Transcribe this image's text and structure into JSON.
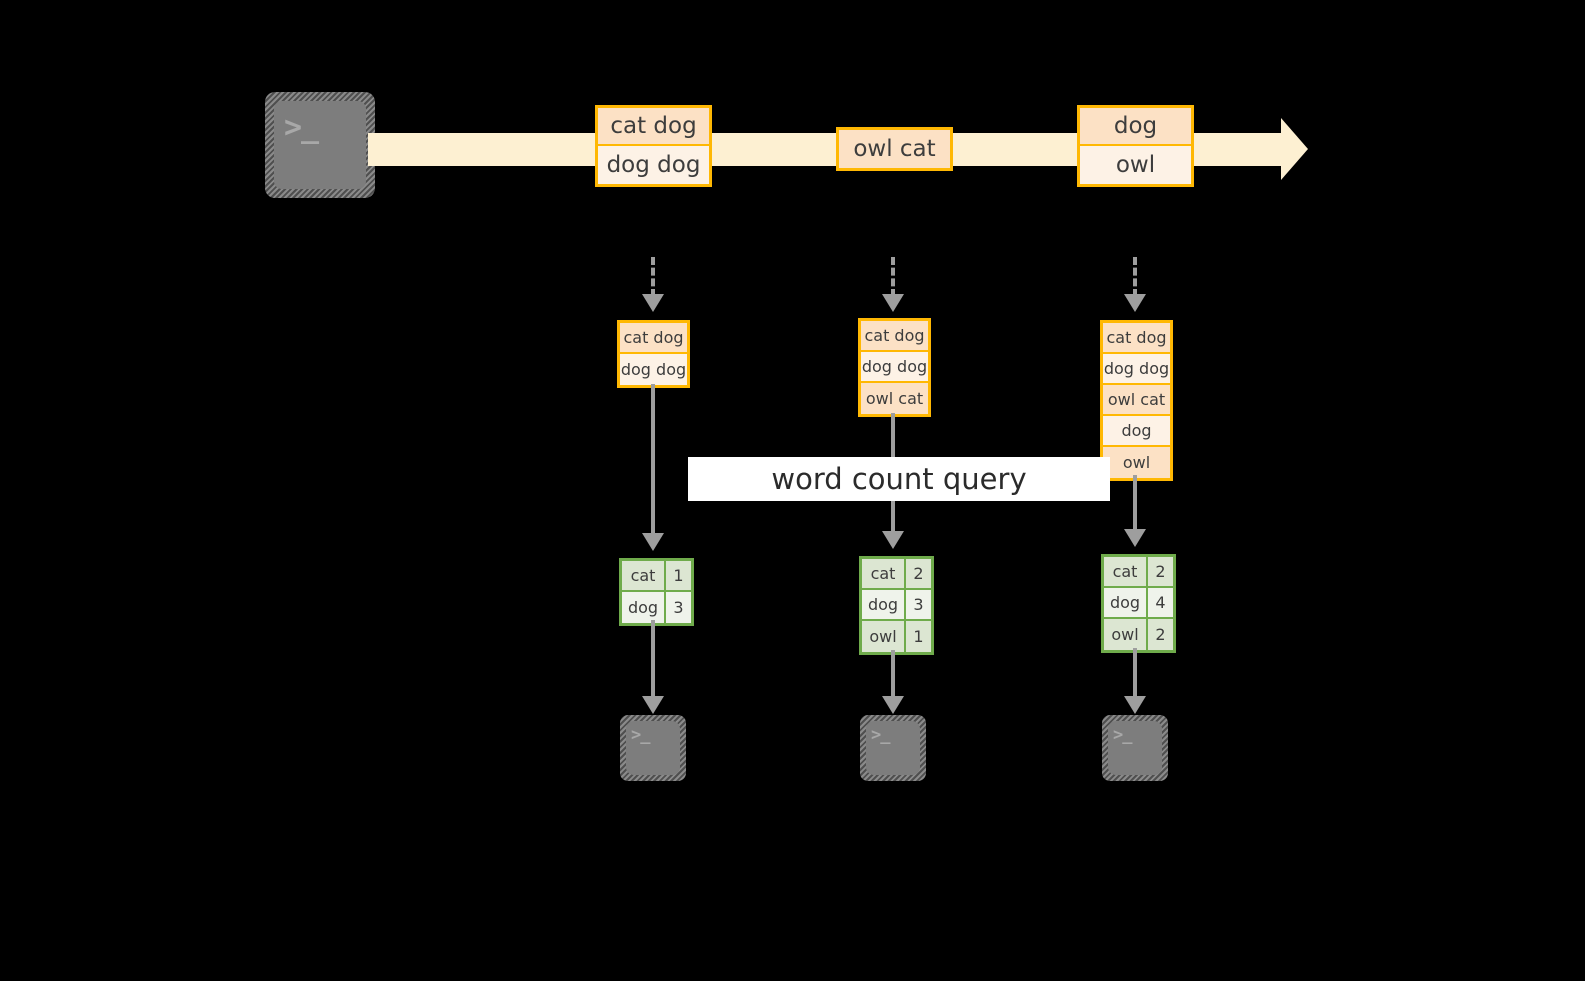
{
  "diagram": {
    "title_label": "word count query",
    "colors": {
      "stream_band": "#fdf0d2",
      "record_border": "#ffb803",
      "record_fill_dark": "#fce1c5",
      "record_fill_light": "#fdf2e6",
      "result_border": "#6fab4b",
      "result_fill_dark": "#dce6d2",
      "result_fill_light": "#eff3eb",
      "arrow_gray": "#9e9e9e",
      "terminal_gray": "#7d7d7d",
      "background": "#000000"
    },
    "source": {
      "icon": "terminal-icon",
      "glyph": ">_"
    },
    "stream": {
      "arrow_icon": "stream-arrow-icon",
      "records": [
        {
          "lines": [
            "cat dog",
            "dog dog"
          ]
        },
        {
          "lines": [
            "owl cat"
          ]
        },
        {
          "lines": [
            "dog",
            "owl"
          ]
        }
      ]
    },
    "snapshots": [
      {
        "name": "snapshot-1",
        "buffer": [
          "cat dog",
          "dog dog"
        ],
        "results": {
          "rows": [
            {
              "word": "cat",
              "count": "1"
            },
            {
              "word": "dog",
              "count": "3"
            }
          ]
        },
        "sink": {
          "icon": "terminal-icon",
          "glyph": ">_"
        }
      },
      {
        "name": "snapshot-2",
        "buffer": [
          "cat dog",
          "dog dog",
          "owl cat"
        ],
        "results": {
          "rows": [
            {
              "word": "cat",
              "count": "2"
            },
            {
              "word": "dog",
              "count": "3"
            },
            {
              "word": "owl",
              "count": "1"
            }
          ]
        },
        "sink": {
          "icon": "terminal-icon",
          "glyph": ">_"
        }
      },
      {
        "name": "snapshot-3",
        "buffer": [
          "cat dog",
          "dog dog",
          "owl cat",
          "dog",
          "owl"
        ],
        "results": {
          "rows": [
            {
              "word": "cat",
              "count": "2"
            },
            {
              "word": "dog",
              "count": "4"
            },
            {
              "word": "owl",
              "count": "2"
            }
          ]
        },
        "sink": {
          "icon": "terminal-icon",
          "glyph": ">_"
        }
      }
    ]
  }
}
